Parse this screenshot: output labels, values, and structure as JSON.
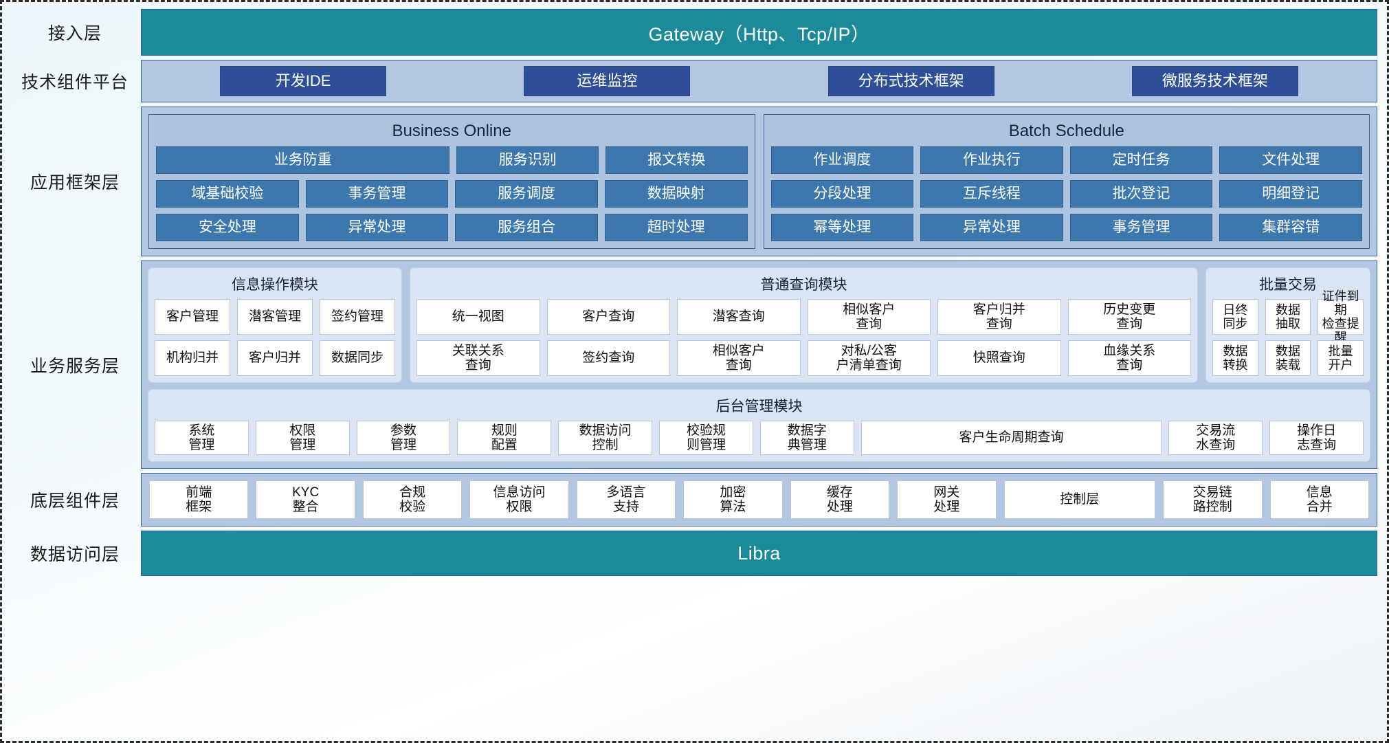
{
  "layers": {
    "access": {
      "label": "接入层",
      "bar": "Gateway（Http、Tcp/IP）"
    },
    "tech": {
      "label": "技术组件平台",
      "items": [
        "开发IDE",
        "运维监控",
        "分布式技术框架",
        "微服务技术框架"
      ]
    },
    "appfw": {
      "label": "应用框架层",
      "groups": [
        {
          "title": "Business Online",
          "rows": [
            [
              "业务防重",
              "服务识别",
              "报文转换"
            ],
            [
              "域基础校验",
              "事务管理",
              "服务调度",
              "数据映射"
            ],
            [
              "安全处理",
              "异常处理",
              "服务组合",
              "超时处理"
            ]
          ]
        },
        {
          "title": "Batch Schedule",
          "rows": [
            [
              "作业调度",
              "作业执行",
              "定时任务",
              "文件处理"
            ],
            [
              "分段处理",
              "互斥线程",
              "批次登记",
              "明细登记"
            ],
            [
              "幂等处理",
              "异常处理",
              "事务管理",
              "集群容错"
            ]
          ]
        }
      ]
    },
    "bsl": {
      "label": "业务服务层",
      "modules": [
        {
          "title": "信息操作模块",
          "rows": [
            [
              "客户管理",
              "潜客管理",
              "签约管理"
            ],
            [
              "机构归并",
              "客户归并",
              "数据同步"
            ]
          ]
        },
        {
          "title": "普通查询模块",
          "rows": [
            [
              "统一视图",
              "客户查询",
              "潜客查询",
              "相似客户\n查询",
              "客户归并\n查询",
              "历史变更\n查询"
            ],
            [
              "关联关系\n查询",
              "签约查询",
              "相似客户\n查询",
              "对私/公客\n户清单查询",
              "快照查询",
              "血缘关系\n查询"
            ]
          ]
        },
        {
          "title": "批量交易",
          "rows": [
            [
              "日终\n同步",
              "数据\n抽取",
              "证件到期\n检查提醒"
            ],
            [
              "数据\n转换",
              "数据\n装载",
              "批量\n开户"
            ]
          ]
        }
      ],
      "admin": {
        "title": "后台管理模块",
        "cells": [
          "系统\n管理",
          "权限\n管理",
          "参数\n管理",
          "规则\n配置",
          "数据访问\n控制",
          "校验规\n则管理",
          "数据字\n典管理",
          "客户生命周期查询",
          "交易流\n水查询",
          "操作日\n志查询"
        ]
      }
    },
    "bcl": {
      "label": "底层组件层",
      "items": [
        "前端\n框架",
        "KYC\n整合",
        "合规\n校验",
        "信息访问\n权限",
        "多语言\n支持",
        "加密\n算法",
        "缓存\n处理",
        "网关\n处理",
        "控制层",
        "交易链\n路控制",
        "信息\n合并"
      ]
    },
    "dal": {
      "label": "数据访问层",
      "bar": "Libra"
    }
  },
  "colors": {
    "teal": "#1b8a9b",
    "panel": "#b4c7e2",
    "dark_chip": "#2e4f97",
    "blue_cell": "#3c77ad",
    "module_bg": "#dbe4f3",
    "white_cell": "#ffffff",
    "border": "#3a5f9e"
  }
}
